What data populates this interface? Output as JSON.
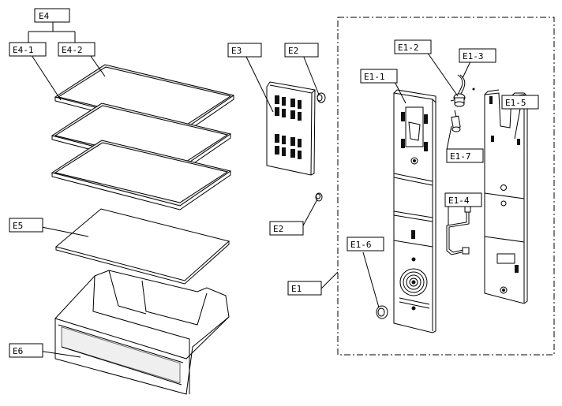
{
  "labels": {
    "E4": "E4",
    "E4_1": "E4-1",
    "E4_2": "E4-2",
    "E5": "E5",
    "E6": "E6",
    "E3": "E3",
    "E2_top": "E2",
    "E2_bottom": "E2",
    "E1": "E1",
    "E1_1": "E1-1",
    "E1_2": "E1-2",
    "E1_3": "E1-3",
    "E1_4": "E1-4",
    "E1_5": "E1-5",
    "E1_6": "E1-6",
    "E1_7": "E1-7"
  }
}
